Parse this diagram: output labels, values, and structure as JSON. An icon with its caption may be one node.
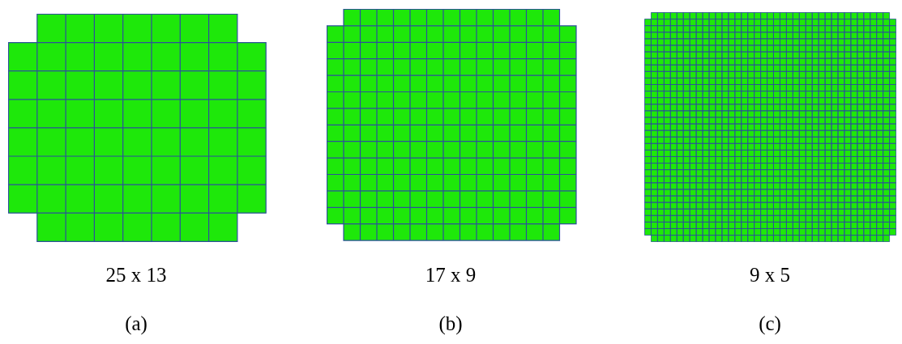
{
  "diagram": {
    "labels": [
      "25 x 13",
      "17 x 9",
      "9 x 5",
      "(a)",
      "(b)",
      "(c)"
    ]
  }
}
